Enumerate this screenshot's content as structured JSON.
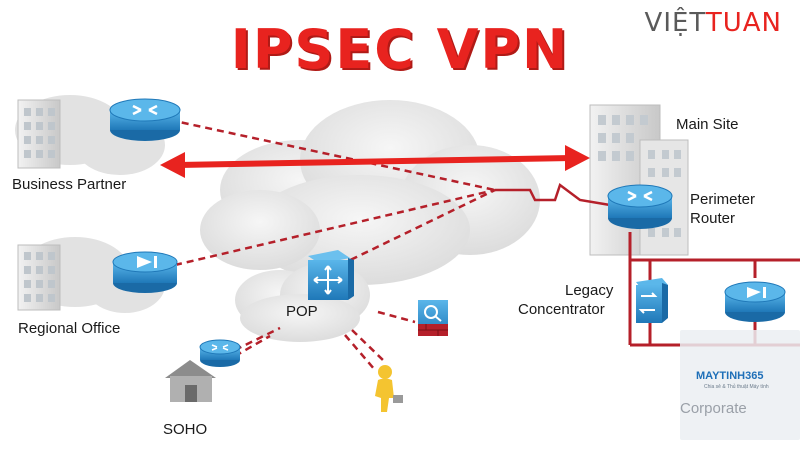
{
  "title": "IPSEC VPN",
  "brand": {
    "part1": "VIỆT",
    "part2": "TUAN"
  },
  "nodes": {
    "business_partner": "Business Partner",
    "regional_office": "Regional Office",
    "main_site": "Main Site",
    "perimeter_router_line1": "Perimeter",
    "perimeter_router_line2": "Router",
    "legacy_concentrator_line1": "Legacy",
    "legacy_concentrator_line2": "Concentrator",
    "pop": "POP",
    "soho": "SOHO",
    "corporate": "Corporate"
  },
  "watermark": {
    "name": "MAYTINH365",
    "tagline": "Chia sẻ & Thủ thuật Máy tính"
  },
  "colors": {
    "title": "#e8231f",
    "vpn_link": "#b5202a",
    "arrow": "#e8231f",
    "router": "#2a8fcf",
    "cloud": "#e9e9e9"
  }
}
